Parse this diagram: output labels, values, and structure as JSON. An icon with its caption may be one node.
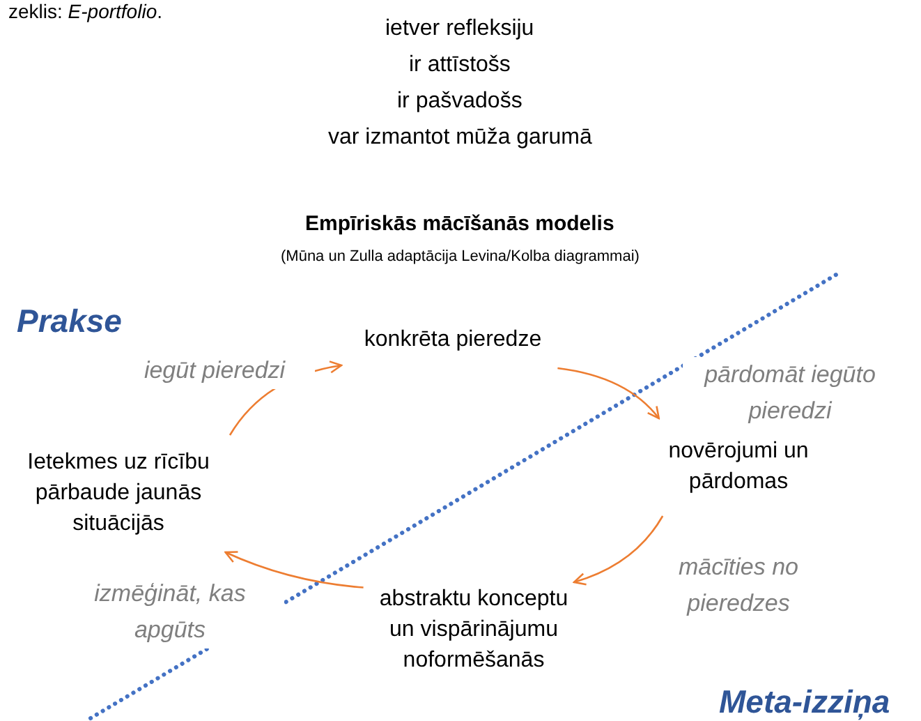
{
  "diagram": {
    "title": "Empīriskās mācīšanās modelis",
    "nodes": [
      {
        "text": [
          "konkrēta pieredze"
        ]
      },
      {
        "text": [
          "novērojumi un pārdomas"
        ]
      },
      {
        "text": [
          "abstraktu konceptu un vispārinājumu noformēšanās"
        ]
      },
      {
        "text": [
          "Ietekmes uz rīcību pārbaude jaunās situācijās"
        ]
      }
    ],
    "edges": [
      {
        "from": 3,
        "to": 0,
        "arrow": "to",
        "label": "iegūt pieredzi"
      },
      {
        "from": 0,
        "to": 1,
        "arrow": "to",
        "label": "pārdomāt iegūto pieredzi"
      },
      {
        "from": 1,
        "to": 2,
        "arrow": "to",
        "label": "mācīties no pieredzes"
      },
      {
        "from": 2,
        "to": 3,
        "arrow": "to",
        "label": "izmēģināt, kas apgūts"
      }
    ],
    "labels": [
      "zeklis: *E-portfolio*.",
      "ietver refleksiju",
      "ir attīstošs",
      "ir pašvadošs",
      "var izmantot mūža garumā",
      "(Mūna un Zulla adaptācija Levina/Kolba diagrammai)",
      "Prakse",
      "Meta-izziņa"
    ]
  }
}
